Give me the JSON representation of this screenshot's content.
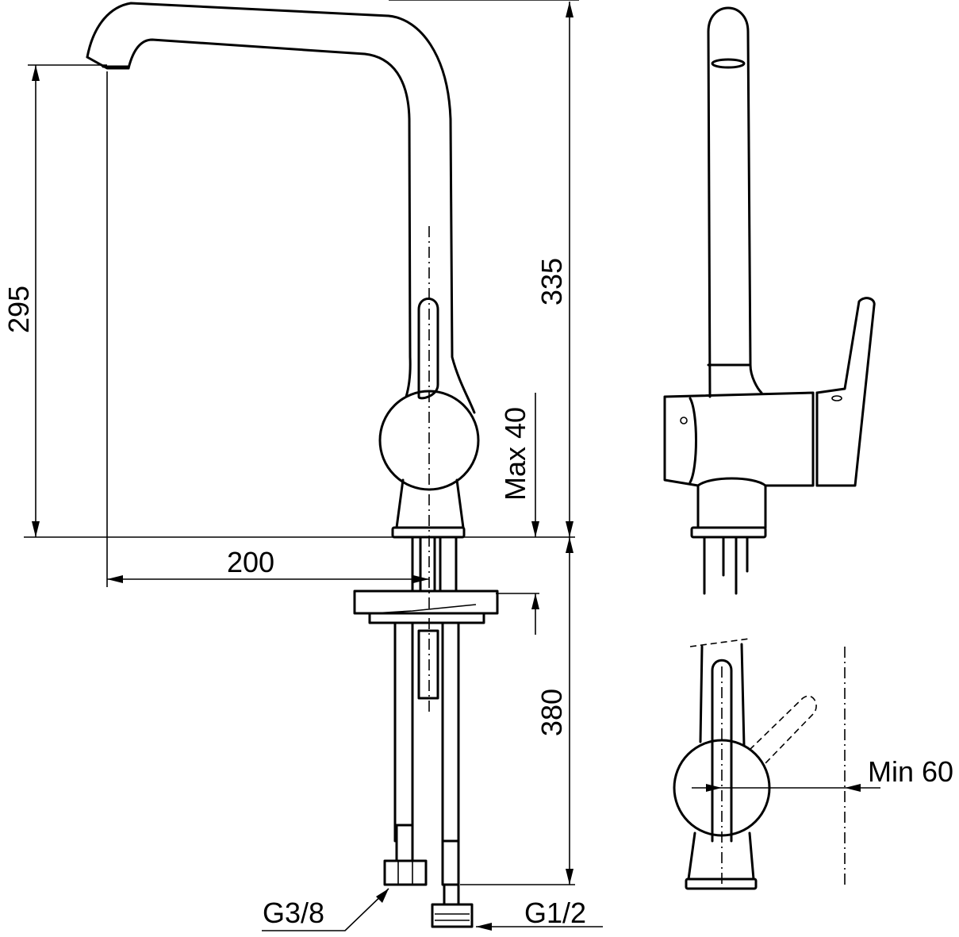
{
  "title": "",
  "dimensions": {
    "spout_height": "295",
    "total_height": "335",
    "reach": "200",
    "max_deck": "Max 40",
    "hose_length": "380",
    "hot_cold_connection": "G3/8",
    "main_connection": "G1/2",
    "min_clearance": "Min 60"
  },
  "views": [
    "front-view",
    "side-view",
    "handle-top-view"
  ],
  "colors": {
    "line": "#000000",
    "background": "#ffffff"
  }
}
